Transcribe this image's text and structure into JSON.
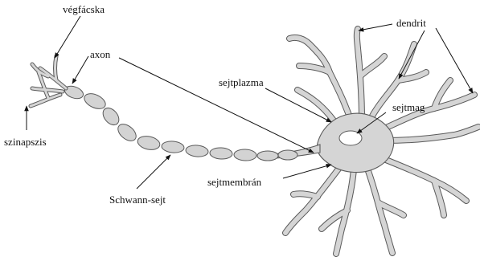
{
  "labels": {
    "vegfacska": "végfácska",
    "axon": "axon",
    "szinapszis": "szinapszis",
    "schwann": "Schwann-sejt",
    "sejtplazma": "sejtplazma",
    "sejtmag": "sejtmag",
    "sejtmembran": "sejtmembrán",
    "dendrit": "dendrit"
  },
  "colors": {
    "cell_fill": "#d5d5d5",
    "outline": "#5a5a5a",
    "nucleus": "#ffffff",
    "text": "#111111"
  }
}
